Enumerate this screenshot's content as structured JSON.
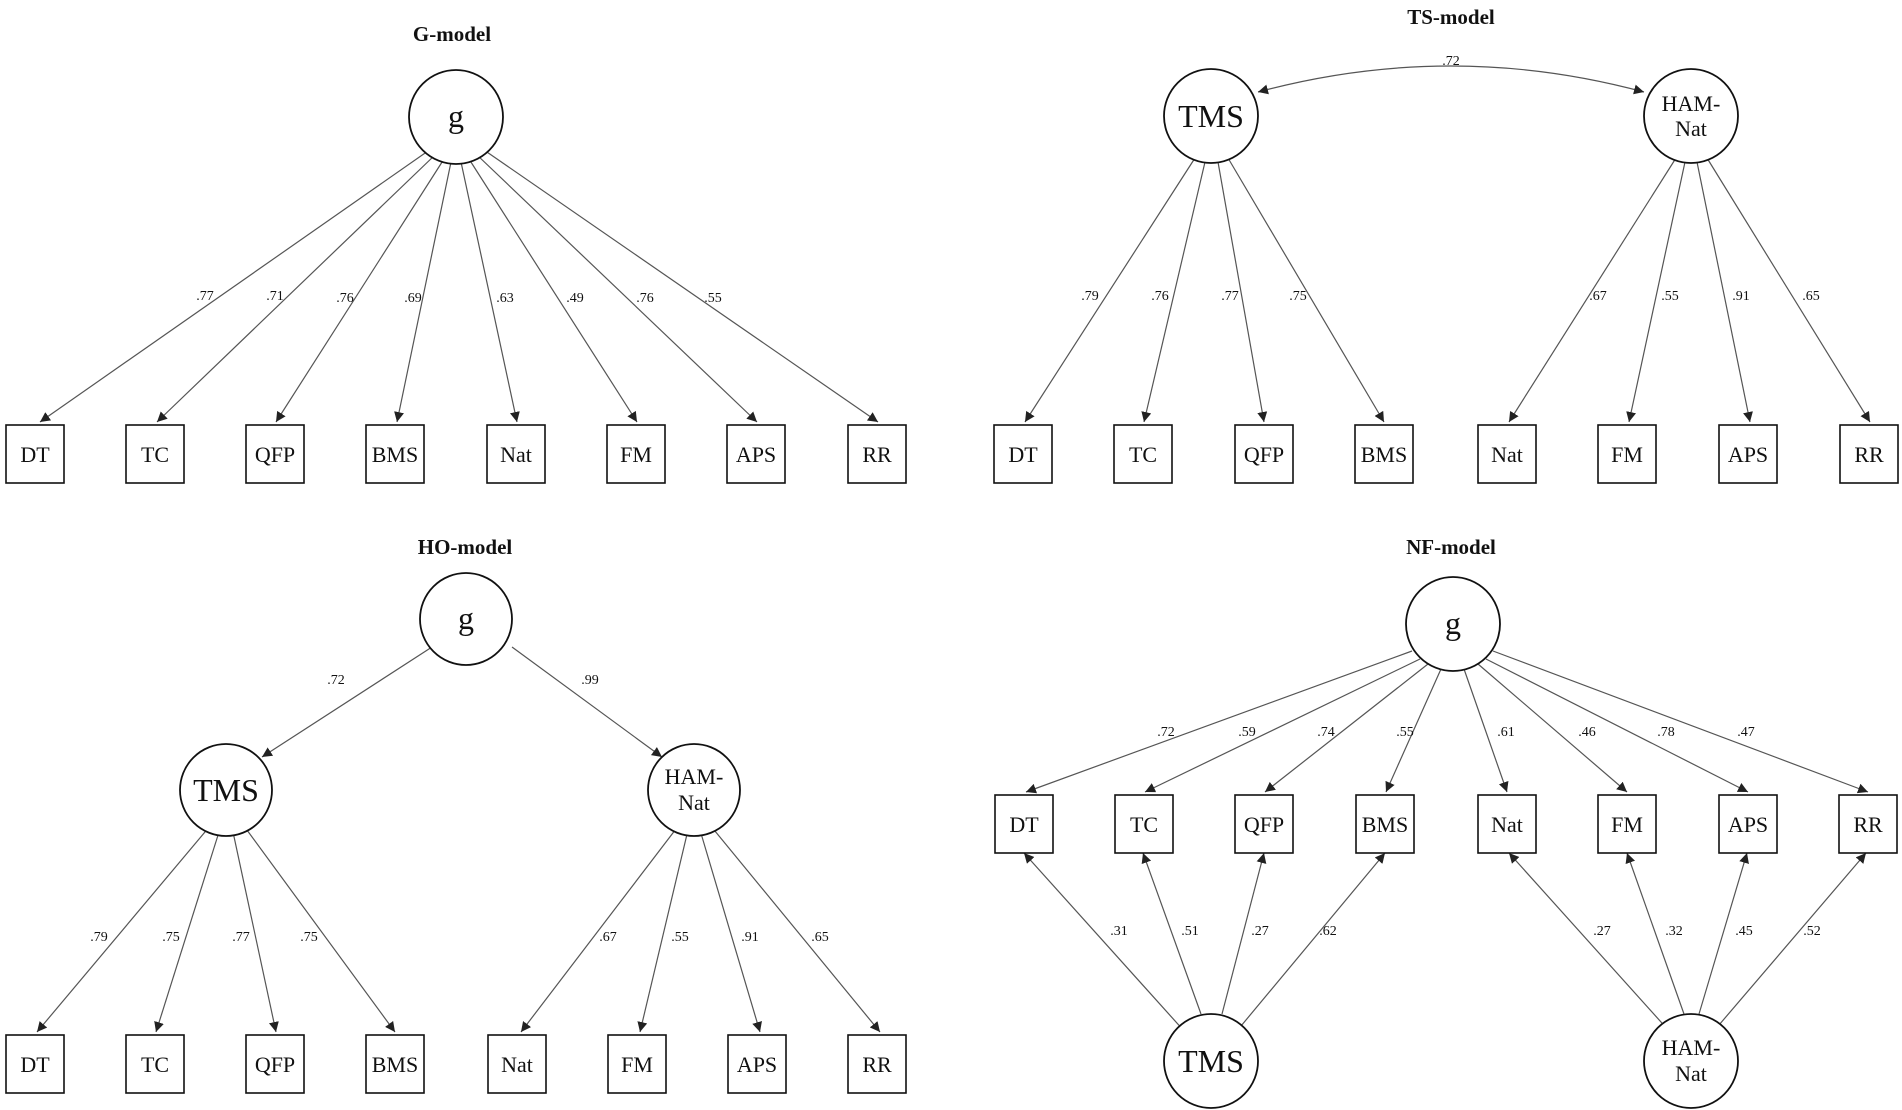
{
  "panels": {
    "g_model": {
      "title": "G-model",
      "factors": {
        "g": "g"
      },
      "indicators": [
        "DT",
        "TC",
        "QFP",
        "BMS",
        "Nat",
        "FM",
        "APS",
        "RR"
      ],
      "loadings": [
        ".77",
        ".71",
        ".76",
        ".69",
        ".63",
        ".49",
        ".76",
        ".55"
      ]
    },
    "ts_model": {
      "title": "TS-model",
      "factors": {
        "tms": "TMS",
        "ham_line1": "HAM-",
        "ham_line2": "Nat"
      },
      "correlation": ".72",
      "indicators": [
        "DT",
        "TC",
        "QFP",
        "BMS",
        "Nat",
        "FM",
        "APS",
        "RR"
      ],
      "tms_loadings": [
        ".79",
        ".76",
        ".77",
        ".75"
      ],
      "ham_loadings": [
        ".67",
        ".55",
        ".91",
        ".65"
      ]
    },
    "ho_model": {
      "title": "HO-model",
      "factors": {
        "g": "g",
        "tms": "TMS",
        "ham_line1": "HAM-",
        "ham_line2": "Nat"
      },
      "g_to_tms": ".72",
      "g_to_ham": ".99",
      "indicators": [
        "DT",
        "TC",
        "QFP",
        "BMS",
        "Nat",
        "FM",
        "APS",
        "RR"
      ],
      "tms_loadings": [
        ".79",
        ".75",
        ".77",
        ".75"
      ],
      "ham_loadings": [
        ".67",
        ".55",
        ".91",
        ".65"
      ]
    },
    "nf_model": {
      "title": "NF-model",
      "factors": {
        "g": "g",
        "tms": "TMS",
        "ham_line1": "HAM-",
        "ham_line2": "Nat"
      },
      "indicators": [
        "DT",
        "TC",
        "QFP",
        "BMS",
        "Nat",
        "FM",
        "APS",
        "RR"
      ],
      "g_loadings": [
        ".72",
        ".59",
        ".74",
        ".55",
        ".61",
        ".46",
        ".78",
        ".47"
      ],
      "tms_loadings": [
        ".31",
        ".51",
        ".27",
        ".62"
      ],
      "ham_loadings": [
        ".27",
        ".32",
        ".45",
        ".52"
      ]
    }
  }
}
